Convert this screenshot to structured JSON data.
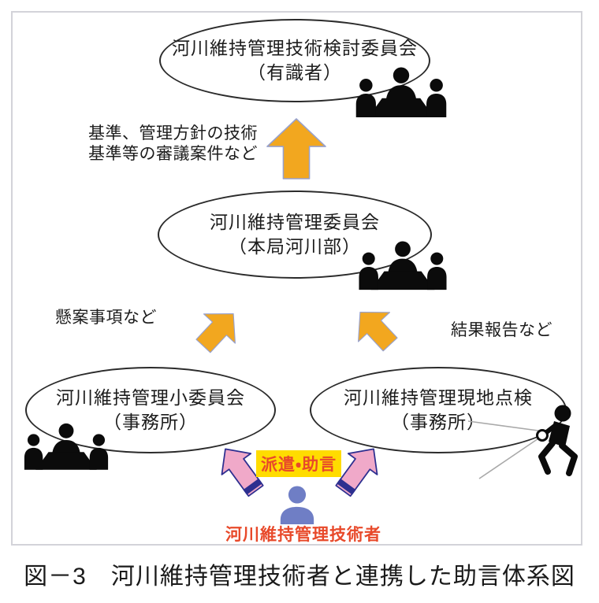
{
  "colors": {
    "arrow_orange": "#F2A71F",
    "arrow_outline": "#97A1CD",
    "arrow_pink": "#F0A9C9",
    "arrow_pink_outline": "#2D2F90",
    "highlight_yellow": "#FFDC00",
    "accent_red": "#E8492A",
    "person_blue": "#6F7EC5",
    "icon_black": "#0B0B0B",
    "ellipse_border": "#2B2B2B",
    "frame_border": "#D3D3D9"
  },
  "diagram": {
    "nodes": {
      "review_committee": {
        "line1": "河川維持管理技術検討委員会",
        "line2": "（有識者）"
      },
      "committee": {
        "line1": "河川維持管理委員会",
        "line2": "（本局河川部）"
      },
      "subcommittee": {
        "line1": "河川維持管理小委員会",
        "line2": "（事務所）"
      },
      "site_inspection": {
        "line1": "河川維持管理現地点検",
        "line2": "（事務所）"
      }
    },
    "labels": {
      "agenda_line1": "基準、管理方針の技術",
      "agenda_line2": "基準等の審議案件など",
      "pending_items": "懸案事項など",
      "result_report": "結果報告など",
      "dispatch_advice": "派遣・助言",
      "engineer": "河川維持管理技術者"
    }
  },
  "caption": "図－3　河川維持管理技術者と連携した助言体系図"
}
